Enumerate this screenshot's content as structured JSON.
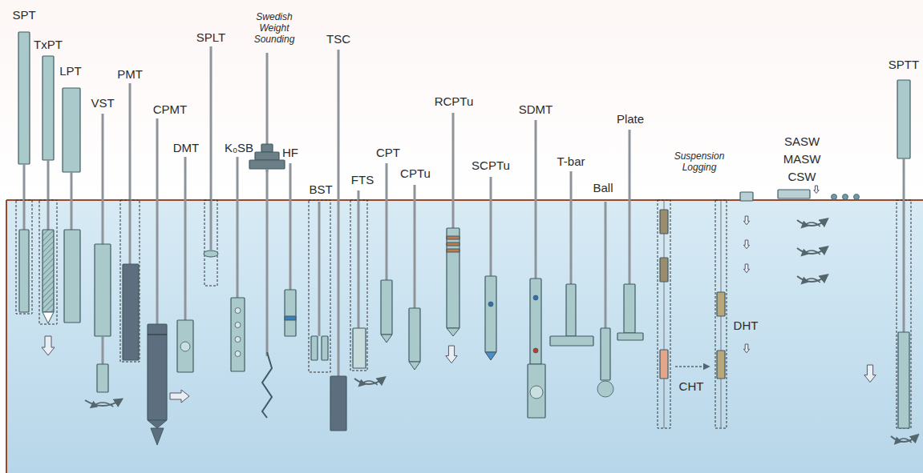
{
  "diagram": {
    "labels": [
      "SPT",
      "TxPT",
      "LPT",
      "VST",
      "PMT",
      "CPMT",
      "DMT",
      "SPLT",
      "Swedish Weight Sounding",
      "K₀SB",
      "HF",
      "BST",
      "TSC",
      "FTS",
      "CPT",
      "CPTu",
      "RCPTu",
      "SCPTu",
      "SDMT",
      "T-bar",
      "Ball",
      "Plate",
      "Suspension Logging",
      "CHT",
      "DHT",
      "SASW",
      "MASW",
      "CSW",
      "SPTT"
    ]
  }
}
